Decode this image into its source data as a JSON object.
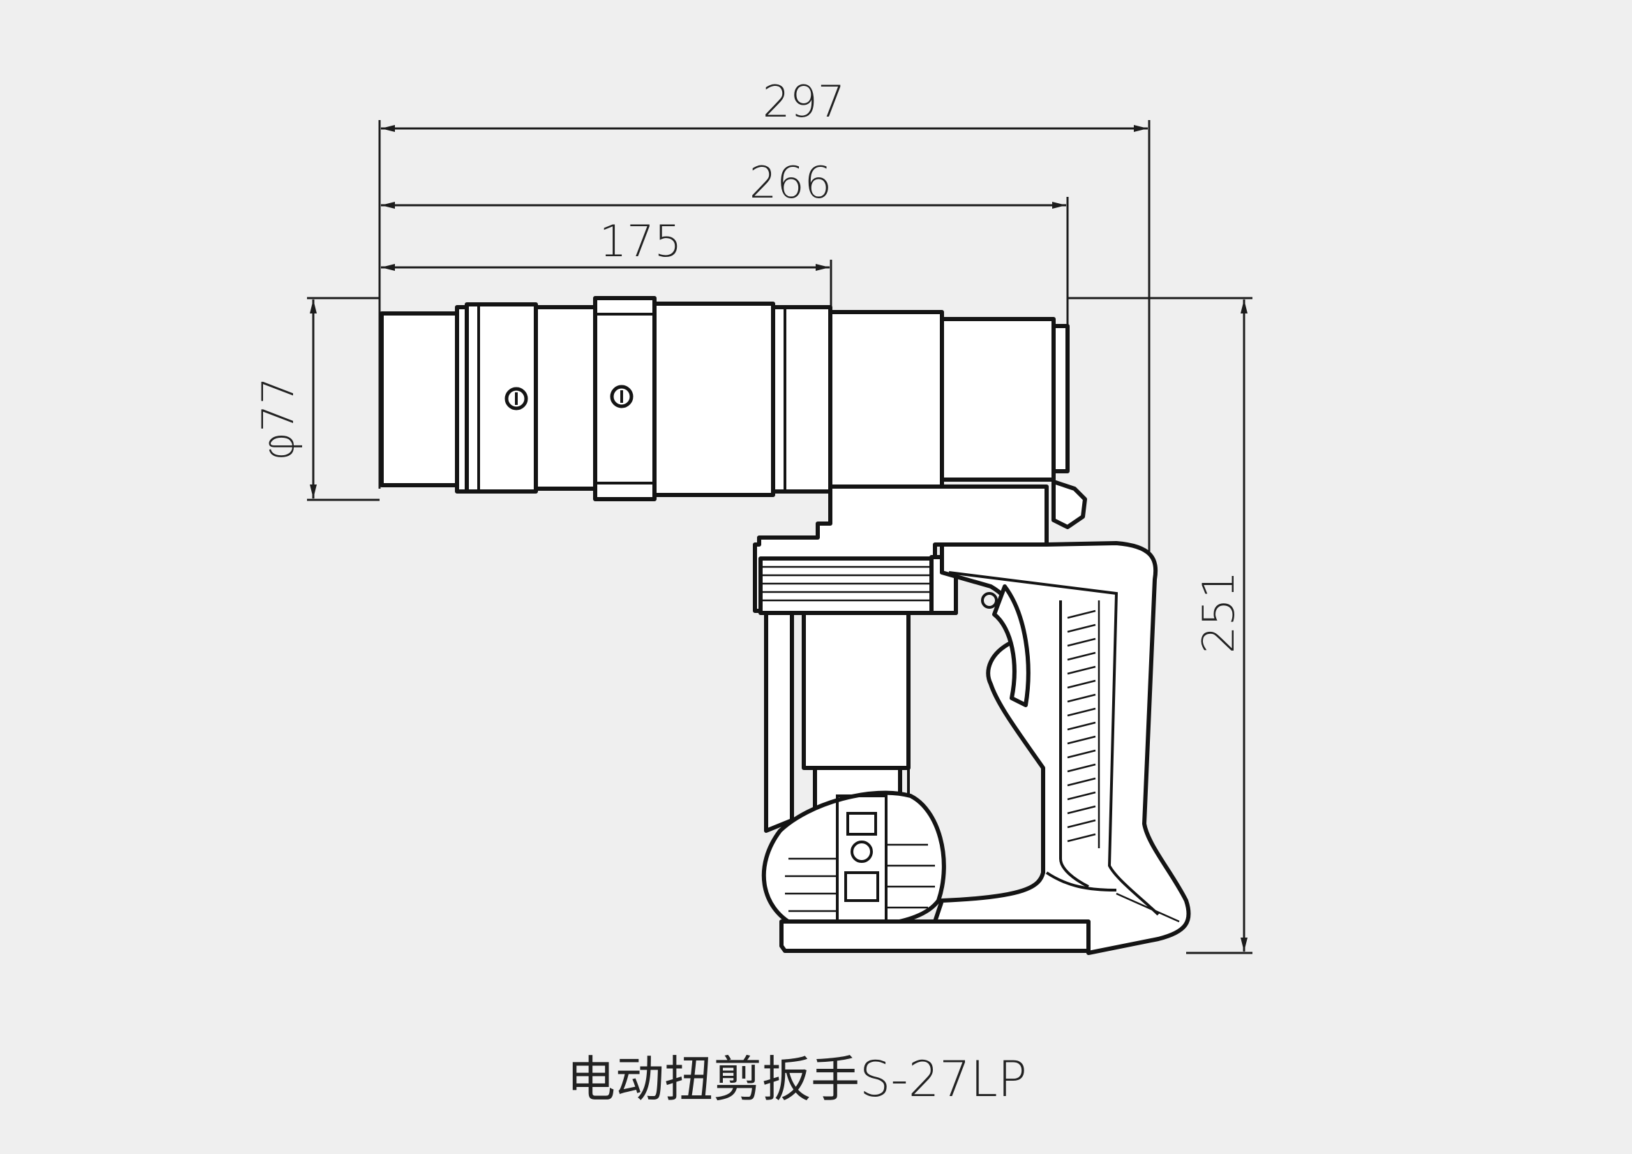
{
  "drawing": {
    "dimensions": {
      "overall_length": "297",
      "body_length": "266",
      "head_length": "175",
      "head_diameter": "φ77",
      "height": "251"
    },
    "caption": "电动扭剪扳手S-27LP"
  }
}
